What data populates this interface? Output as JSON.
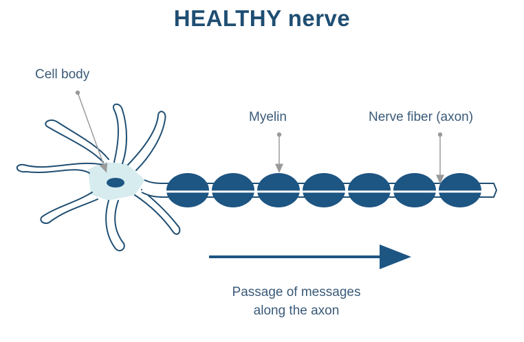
{
  "title": "HEALTHY nerve",
  "labels": {
    "cell_body": "Cell body",
    "myelin": "Myelin",
    "nerve_fiber": "Nerve fiber (axon)"
  },
  "caption": {
    "line1": "Passage of messages",
    "line2": "along the axon"
  },
  "colors": {
    "title": "#1f4e72",
    "text": "#3a5a78",
    "myelin": "#1d5583",
    "cell_fill": "#d7ecef",
    "nucleus": "#1d5583",
    "outline": "#1f4e72",
    "pointer": "#9a9a9a"
  }
}
